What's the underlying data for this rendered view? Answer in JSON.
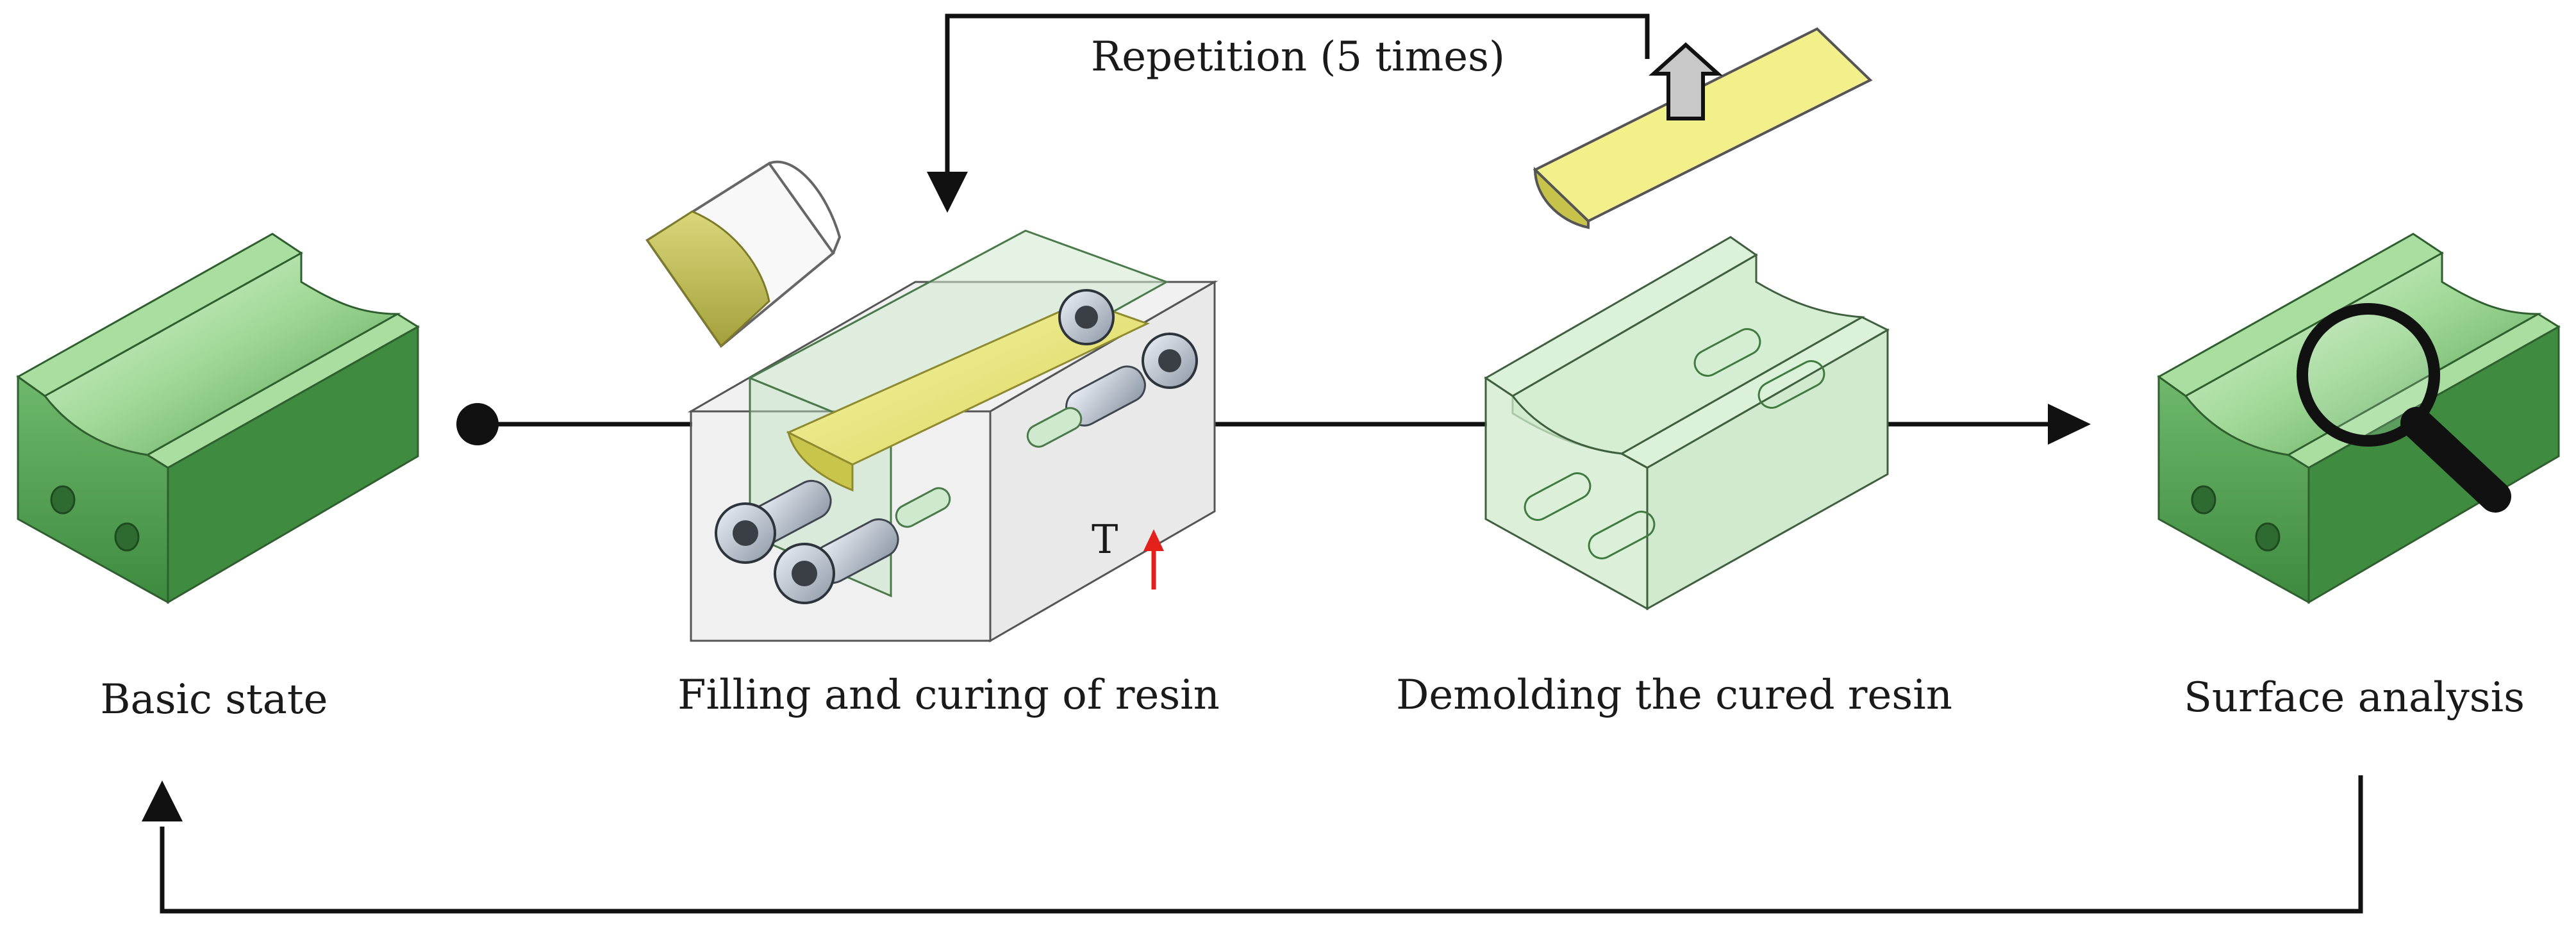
{
  "loop_label": "Repetition (5 times)",
  "temperature_symbol": "T",
  "steps": [
    {
      "label": "Basic state"
    },
    {
      "label": "Filling and curing of resin"
    },
    {
      "label": "Demolding the cured resin"
    },
    {
      "label": "Surface analysis"
    }
  ],
  "colors": {
    "mold_green": "#4f9a4f",
    "mold_green_light": "#b9e6b0",
    "resin_yellow": "#f2f08a",
    "transparent_mold": "#cfe9cf",
    "steel_block": "#dcdcdc",
    "arrow": "#111111",
    "temp_arrow": "#e3201b"
  },
  "icons": [
    "beaker-icon",
    "magnifier-icon",
    "up-arrow-icon",
    "temperature-up-arrow-icon"
  ]
}
